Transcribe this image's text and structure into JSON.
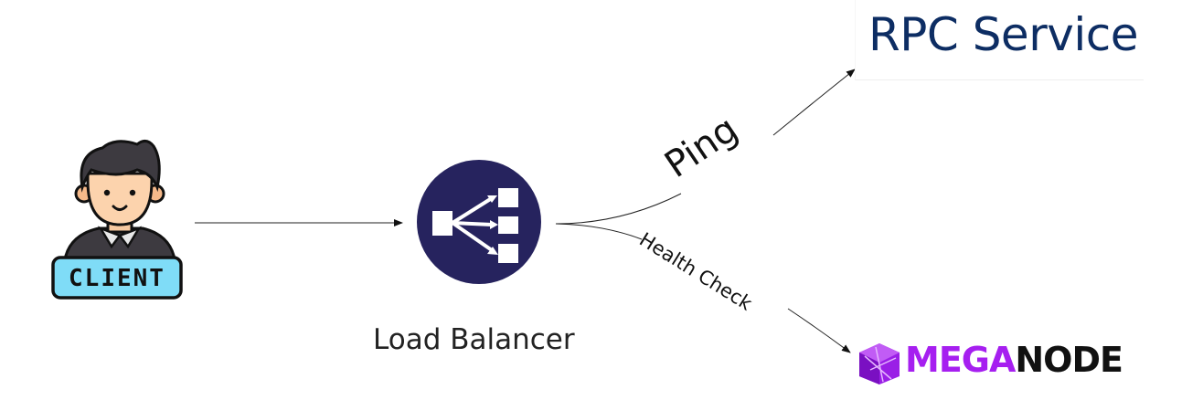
{
  "diagram": {
    "nodes": {
      "client": {
        "label": "CLIENT",
        "icon": "client-person-icon"
      },
      "load_balancer": {
        "label": "Load Balancer",
        "icon": "load-balancer-icon",
        "color": "#26235e"
      },
      "rpc_service": {
        "label": "RPC Service",
        "color": "#0d2d63"
      },
      "meganode": {
        "label_part1": "MEGA",
        "label_part2": "NODE",
        "color_part1": "#a61ff0",
        "color_part2": "#111111",
        "icon": "meganode-cube-icon"
      }
    },
    "edges": [
      {
        "from": "client",
        "to": "load_balancer",
        "label": ""
      },
      {
        "from": "load_balancer",
        "to": "rpc_service",
        "label": "Ping"
      },
      {
        "from": "load_balancer",
        "to": "meganode",
        "label": "Health Check"
      }
    ]
  }
}
